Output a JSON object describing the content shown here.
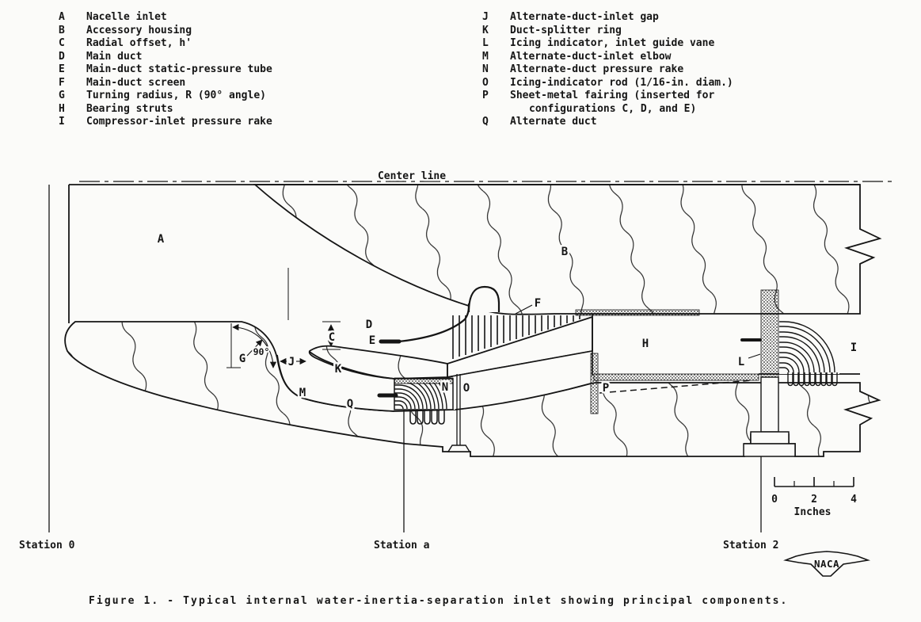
{
  "legend": {
    "left": [
      {
        "key": "A",
        "label": "Nacelle inlet"
      },
      {
        "key": "B",
        "label": "Accessory housing"
      },
      {
        "key": "C",
        "label": "Radial offset, h'"
      },
      {
        "key": "D",
        "label": "Main duct"
      },
      {
        "key": "E",
        "label": "Main-duct static-pressure tube"
      },
      {
        "key": "F",
        "label": "Main-duct screen"
      },
      {
        "key": "G",
        "label": "Turning radius, R (90° angle)"
      },
      {
        "key": "H",
        "label": "Bearing struts"
      },
      {
        "key": "I",
        "label": "Compressor-inlet pressure rake"
      }
    ],
    "right": [
      {
        "key": "J",
        "label": "Alternate-duct-inlet gap"
      },
      {
        "key": "K",
        "label": "Duct-splitter ring"
      },
      {
        "key": "L",
        "label": "Icing indicator, inlet guide vane"
      },
      {
        "key": "M",
        "label": "Alternate-duct-inlet elbow"
      },
      {
        "key": "N",
        "label": "Alternate-duct pressure rake"
      },
      {
        "key": "O",
        "label": "Icing-indicator rod (1/16-in. diam.)"
      },
      {
        "key": "P",
        "label": "Sheet-metal fairing (inserted for",
        "label2": "configurations C, D, and E)"
      },
      {
        "key": "Q",
        "label": "Alternate duct"
      }
    ]
  },
  "diagram": {
    "center_line_label": "Center line",
    "angle_label": "90°",
    "parts": {
      "A": "A",
      "B": "B",
      "C": "C",
      "D": "D",
      "E": "E",
      "F": "F",
      "G": "G",
      "H": "H",
      "I": "I",
      "J": "J",
      "K": "K",
      "L": "L",
      "M": "M",
      "N": "N",
      "O": "O",
      "P": "P",
      "Q": "Q"
    },
    "stations": [
      "Station 0",
      "Station a",
      "Station 2"
    ],
    "scale": {
      "ticks": [
        "0",
        "2",
        "4"
      ],
      "unit": "Inches"
    },
    "logo": "NACA"
  },
  "caption": "Figure 1. - Typical internal water-inertia-separation inlet showing principal components."
}
